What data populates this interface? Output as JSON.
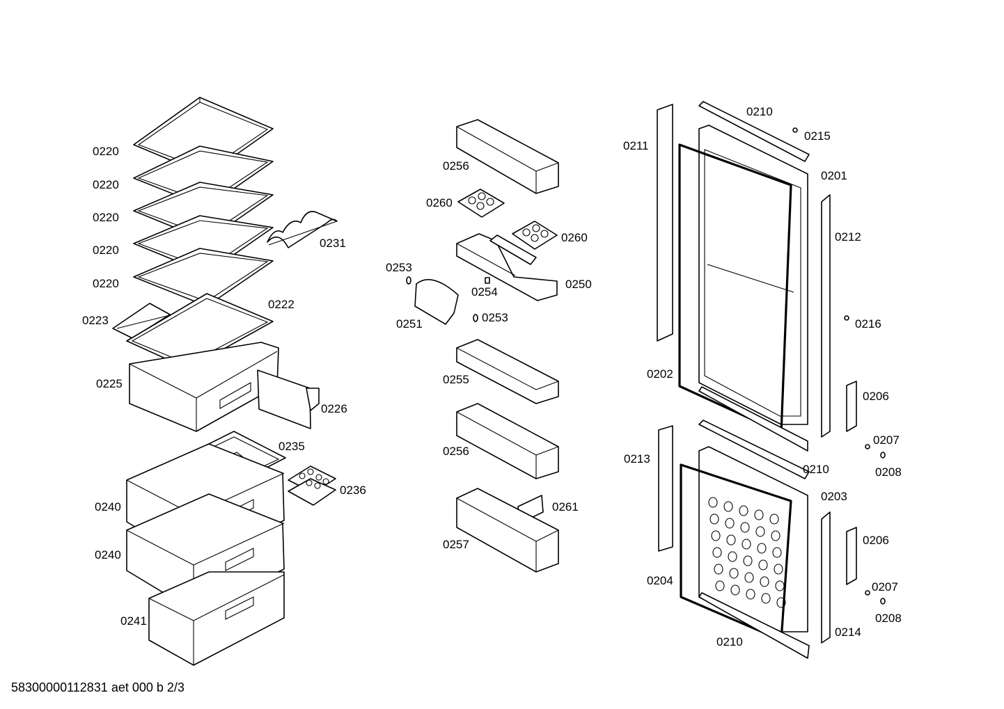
{
  "footer": {
    "document_id": "58300000112831 aet 000 b 2/3"
  },
  "callouts": {
    "c0220a": "0220",
    "c0220b": "0220",
    "c0220c": "0220",
    "c0220d": "0220",
    "c0220e": "0220",
    "c0231": "0231",
    "c0223": "0223",
    "c0222": "0222",
    "c0225": "0225",
    "c0226": "0226",
    "c0235": "0235",
    "c0236": "0236",
    "c0240a": "0240",
    "c0240b": "0240",
    "c0241": "0241",
    "c0256a": "0256",
    "c0260a": "0260",
    "c0260b": "0260",
    "c0253a": "0253",
    "c0254": "0254",
    "c0250": "0250",
    "c0251": "0251",
    "c0253b": "0253",
    "c0255": "0255",
    "c0256b": "0256",
    "c0261": "0261",
    "c0257": "0257",
    "c0211": "0211",
    "c0210a": "0210",
    "c0215": "0215",
    "c0201": "0201",
    "c0212": "0212",
    "c0216": "0216",
    "c0202": "0202",
    "c0206a": "0206",
    "c0213": "0213",
    "c0210b": "0210",
    "c0207a": "0207",
    "c0208a": "0208",
    "c0203": "0203",
    "c0206b": "0206",
    "c0204": "0204",
    "c0207b": "0207",
    "c0208b": "0208",
    "c0214": "0214",
    "c0210c": "0210"
  }
}
